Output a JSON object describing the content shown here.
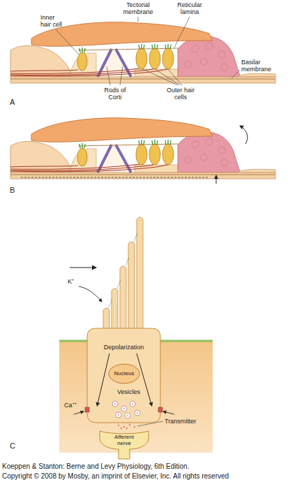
{
  "diagram": {
    "nodes": [
      {
        "text": [
          "Depolarization"
        ]
      },
      {
        "text": [
          "Nucleus"
        ],
        "in": 0
      },
      {
        "text": [
          "Afferent nerve"
        ]
      }
    ],
    "labels": [
      "Tectorial membrane",
      "Inner hair cell",
      "Reticular lamina",
      "Rods of Corti",
      "Outer hair cells",
      "Basilar membrane",
      "A",
      "B",
      "K⁺",
      "Ca⁺⁺",
      "Vesicles",
      "Transmitter",
      "C",
      "Koeppen & Stanton: Berne and Levy Physiology, 6th Edition.",
      "Copyright © 2008 by Mosby, an imprint of Elsevier, Inc. All rights reserved"
    ]
  }
}
